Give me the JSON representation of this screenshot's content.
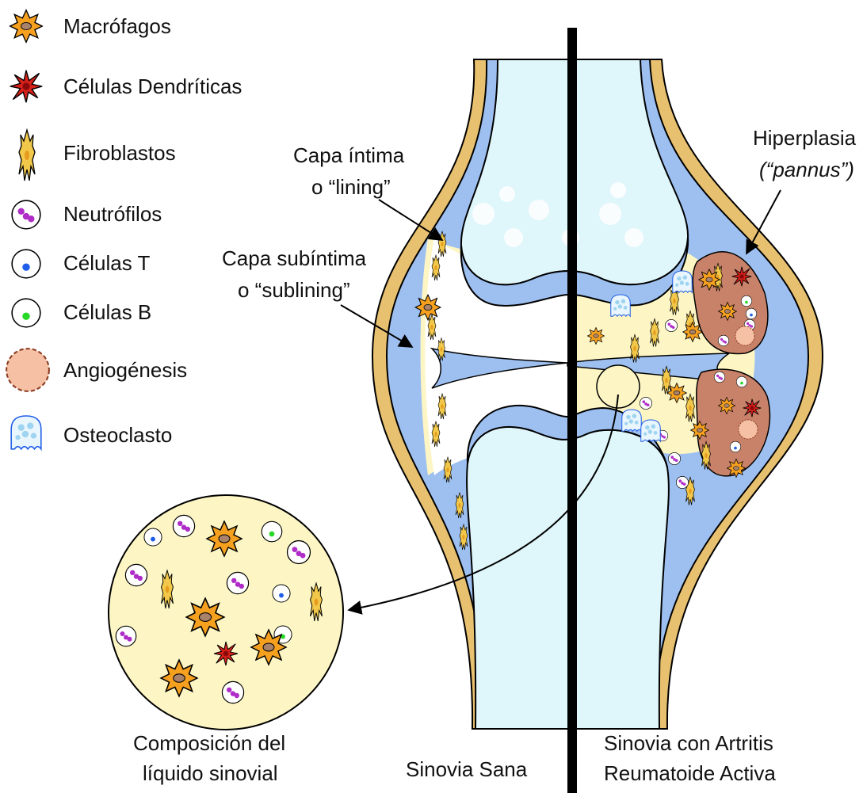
{
  "legend": {
    "macrophages": "Macrófagos",
    "dendritic": "Células Dendríticas",
    "fibroblasts": "Fibroblastos",
    "neutrophils": "Neutrófilos",
    "t_cells": "Células T",
    "b_cells": "Células B",
    "angiogenesis": "Angiogénesis",
    "osteoclast": "Osteoclasto"
  },
  "labels": {
    "intima_1": "Capa íntima",
    "intima_2": "o “lining”",
    "subintima_1": "Capa subíntima",
    "subintima_2": "o “sublining”",
    "hyperplasia_1": "Hiperplasia",
    "hyperplasia_2": "(“pannus”)",
    "fluid_1": "Composición del",
    "fluid_2": "líquido sinovial",
    "healthy": "Sinovia Sana",
    "ra_1": "Sinovia con Artritis",
    "ra_2": "Reumatoide Activa"
  },
  "colors": {
    "bone": "#dff6fb",
    "cartilage": "#9ec0f0",
    "capsule": "#e8c170",
    "fluid": "#fdf6c4",
    "pannus": "#c9826a",
    "macrophage": "#f5a11f",
    "dendritic": "#d8201a",
    "neutrophil": "#b02cc8",
    "t_cell": "#1f5ee8",
    "b_cell": "#28d828",
    "angio": "#f6c0a4",
    "osteoclast": "#9fd4f0"
  }
}
